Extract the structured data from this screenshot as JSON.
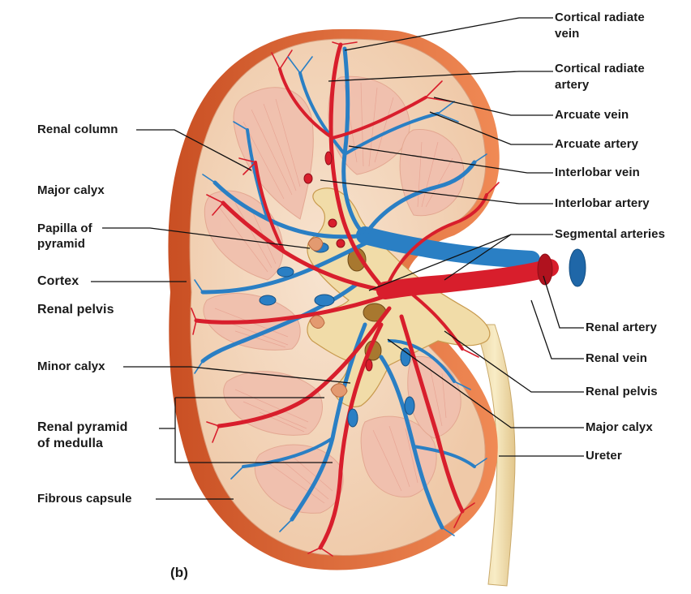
{
  "figure": {
    "panel_label": "(b)",
    "colors": {
      "artery": "#d81e2c",
      "vein": "#2a7fc4",
      "capsule": "#e2703a",
      "cortex": "#f4d8bf",
      "medulla": "#f2c9b8",
      "pelvis": "#f0dcae",
      "ureter": "#f2dfae",
      "leader": "#111111"
    }
  },
  "labels": {
    "left": [
      {
        "id": "renal-column",
        "text": "Renal column"
      },
      {
        "id": "major-calyx",
        "text": "Major calyx"
      },
      {
        "id": "papilla-1",
        "text": "Papilla of"
      },
      {
        "id": "papilla-2",
        "text": "pyramid"
      },
      {
        "id": "cortex",
        "text": "Cortex"
      },
      {
        "id": "renal-pelvis",
        "text": "Renal pelvis"
      },
      {
        "id": "minor-calyx",
        "text": "Minor calyx"
      },
      {
        "id": "renal-pyramid-1",
        "text": "Renal pyramid"
      },
      {
        "id": "renal-pyramid-2",
        "text": "of medulla"
      },
      {
        "id": "fibrous-capsule",
        "text": "Fibrous capsule"
      }
    ],
    "right": [
      {
        "id": "cortical-radiate-vein-1",
        "text": "Cortical radiate"
      },
      {
        "id": "cortical-radiate-vein-2",
        "text": "vein"
      },
      {
        "id": "cortical-radiate-artery-1",
        "text": "Cortical radiate"
      },
      {
        "id": "cortical-radiate-artery-2",
        "text": "artery"
      },
      {
        "id": "arcuate-vein",
        "text": "Arcuate vein"
      },
      {
        "id": "arcuate-artery",
        "text": "Arcuate artery"
      },
      {
        "id": "interlobar-vein",
        "text": "Interlobar vein"
      },
      {
        "id": "interlobar-artery",
        "text": "Interlobar artery"
      },
      {
        "id": "segmental-arteries",
        "text": "Segmental arteries"
      },
      {
        "id": "renal-artery",
        "text": "Renal artery"
      },
      {
        "id": "renal-vein",
        "text": "Renal vein"
      },
      {
        "id": "renal-pelvis-r",
        "text": "Renal pelvis"
      },
      {
        "id": "major-calyx-r",
        "text": "Major calyx"
      },
      {
        "id": "ureter",
        "text": "Ureter"
      }
    ]
  }
}
